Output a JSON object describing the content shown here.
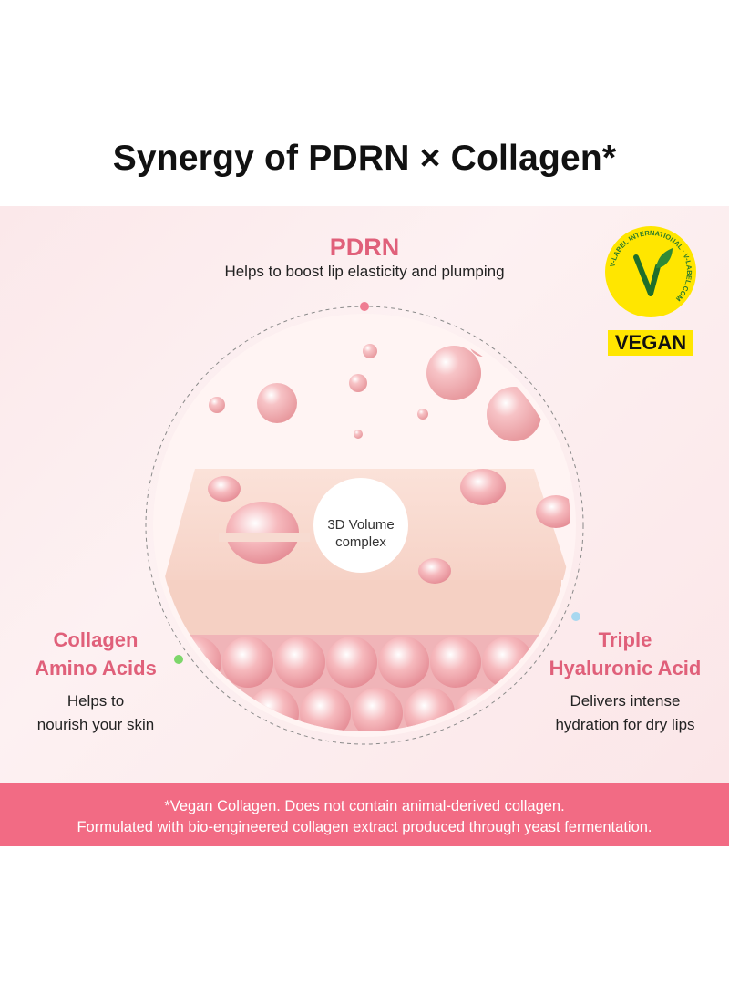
{
  "title": "Synergy of PDRN × Collagen*",
  "pdrn": {
    "title": "PDRN",
    "description": "Helps to boost lip elasticity and plumping"
  },
  "collagen": {
    "title_line1": "Collagen",
    "title_line2": "Amino Acids",
    "desc_line1": "Helps to",
    "desc_line2": "nourish your skin"
  },
  "hyaluronic": {
    "title_line1": "Triple",
    "title_line2": "Hyaluronic Acid",
    "desc_line1": "Delivers intense",
    "desc_line2": "hydration for dry lips"
  },
  "center": {
    "line1": "3D Volume",
    "line2": "complex"
  },
  "badge": {
    "ring_text": "V-LABEL INTERNATIONAL · V-LABEL.COM",
    "label": "VEGAN"
  },
  "footer": {
    "line1": "*Vegan Collagen. Does not contain animal-derived collagen.",
    "line2": "Formulated with bio-engineered collagen extract produced through yeast fermentation."
  },
  "colors": {
    "accent_pink": "#e0607a",
    "footer_bg": "#f26b84",
    "badge_yellow": "#ffe600",
    "dot_pink": "#ef7d92",
    "dot_green": "#7dd66a",
    "dot_blue": "#a8d8f0"
  }
}
